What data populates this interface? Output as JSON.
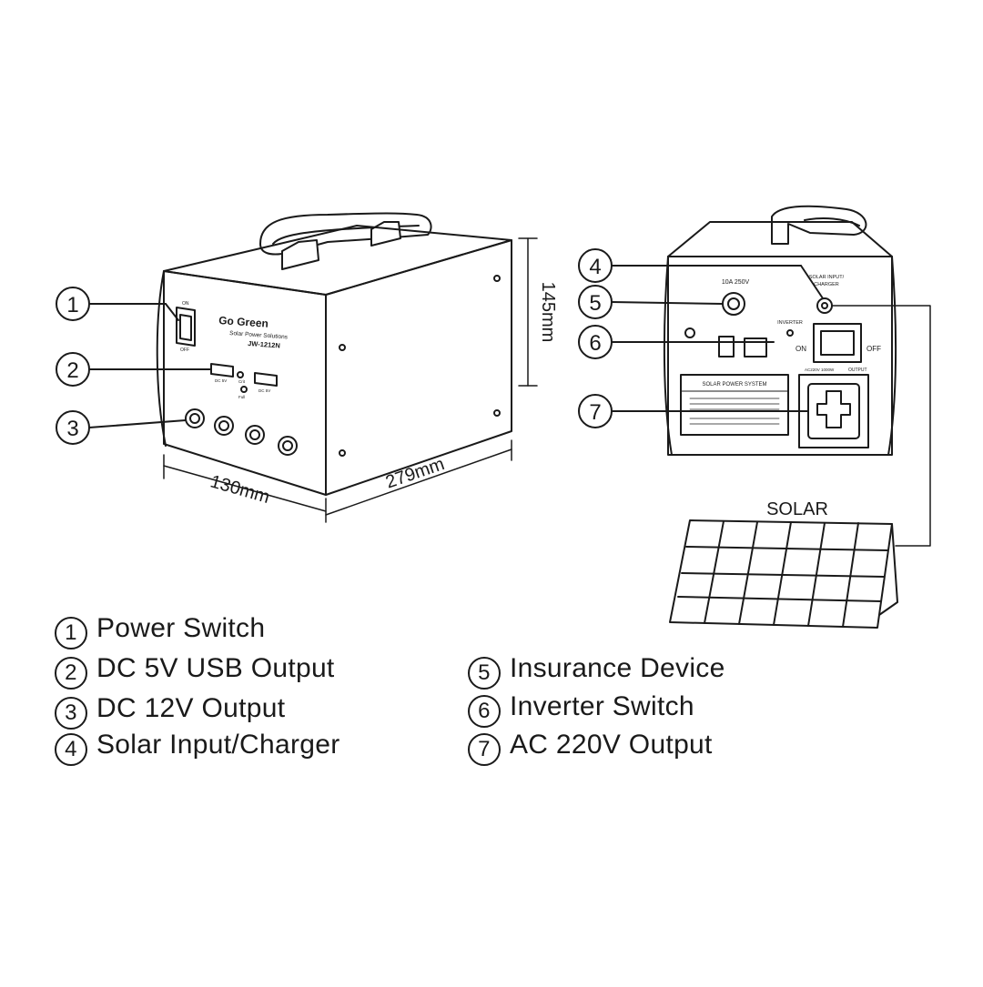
{
  "front_unit": {
    "brand": "Go Green",
    "tagline": "Solar Power Solutions",
    "model": "JW-1212N",
    "switch_on": "ON",
    "switch_off": "OFF",
    "usb_label": "DC 5V",
    "led_charge": "Crit",
    "led_full": "Full"
  },
  "dimensions": {
    "height": "145mm",
    "width": "130mm",
    "depth": "279mm"
  },
  "rear_unit": {
    "fuse_label": "10A 250V",
    "solar_input_label": "SOLAR INPUT/",
    "solar_input_label_2": "CHARGER",
    "inverter_label": "INVERTER",
    "switch_on": "ON",
    "switch_off": "OFF",
    "output_label": "OUTPUT",
    "ac_label": "AC220V 1000W",
    "nameplate_title": "SOLAR POWER SYSTEM"
  },
  "solar_panel_label": "SOLAR",
  "callouts": [
    "1",
    "2",
    "3",
    "4",
    "5",
    "6",
    "7"
  ],
  "legend": [
    {
      "num": "1",
      "text": "Power Switch"
    },
    {
      "num": "2",
      "text": "DC 5V USB Output"
    },
    {
      "num": "3",
      "text": "DC 12V Output"
    },
    {
      "num": "4",
      "text": "Solar Input/Charger"
    },
    {
      "num": "5",
      "text": "Insurance Device"
    },
    {
      "num": "6",
      "text": "Inverter Switch"
    },
    {
      "num": "7",
      "text": "AC 220V Output"
    }
  ]
}
